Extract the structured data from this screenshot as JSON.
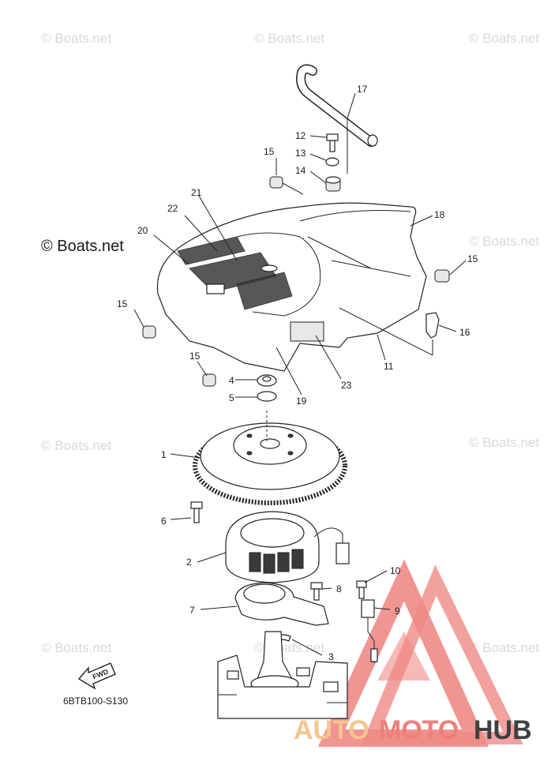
{
  "watermarks": [
    "© Boats.net",
    "© Boats.net",
    "© Boats.net",
    "© Boats.net",
    "© Boats.net",
    "© Boats.net",
    "© Boats.net",
    "© Boats.net",
    "© Boats.net"
  ],
  "main_watermark": "© Boats.net",
  "diagram_code": "6BTB100-S130",
  "fwd_label": "FWD",
  "brand": {
    "part1": "AUTO",
    "part2": "MOTO",
    "part3": "HUB",
    "colors": {
      "light": "#f6c48f",
      "mid": "#ee7f7b",
      "dark": "#3f3f3f",
      "logo": "#ef8a86"
    }
  },
  "callouts": [
    "1",
    "2",
    "3",
    "4",
    "5",
    "6",
    "7",
    "8",
    "9",
    "10",
    "11",
    "12",
    "13",
    "14",
    "15",
    "15",
    "15",
    "15",
    "16",
    "17",
    "18",
    "19",
    "20",
    "21",
    "22",
    "23"
  ]
}
